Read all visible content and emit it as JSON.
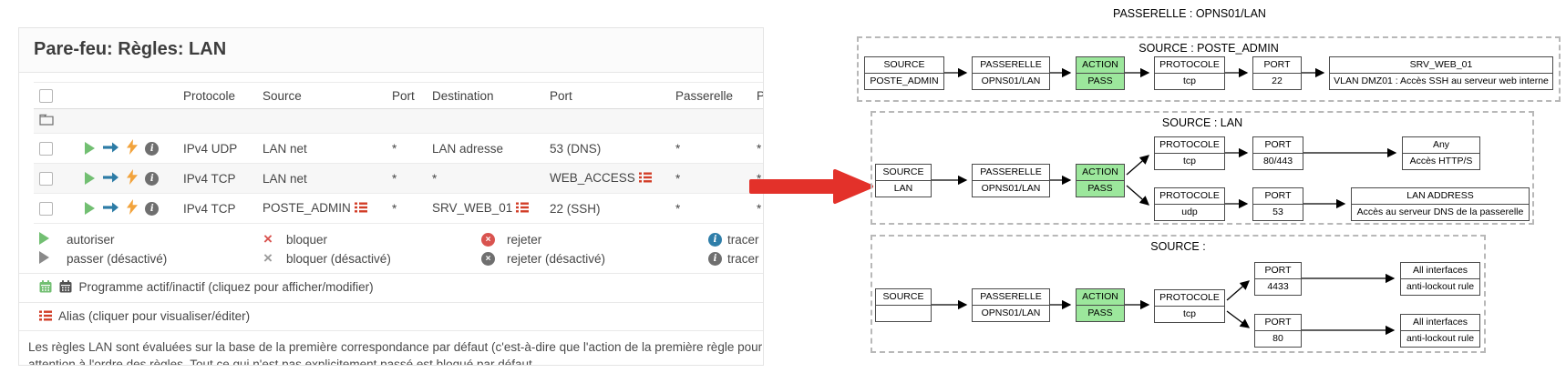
{
  "panel": {
    "title": "Pare-feu: Règles: LAN",
    "table": {
      "headers": {
        "protocol": "Protocole",
        "source": "Source",
        "port": "Port",
        "destination": "Destination",
        "dest_port": "Port",
        "gateway": "Passerelle",
        "schedule": "Plan"
      },
      "rows": [
        {
          "protocol": "IPv4 UDP",
          "source": "LAN net",
          "port": "*",
          "destination": "LAN adresse",
          "dest_port": "53 (DNS)",
          "gateway": "*",
          "schedule": "*"
        },
        {
          "protocol": "IPv4 TCP",
          "source": "LAN net",
          "port": "*",
          "destination": "*",
          "dest_port": "WEB_ACCESS",
          "gateway": "*",
          "schedule": "*"
        },
        {
          "protocol": "IPv4 TCP",
          "source": "POSTE_ADMIN",
          "port": "*",
          "destination": "SRV_WEB_01",
          "dest_port": "22 (SSH)",
          "gateway": "*",
          "schedule": "*"
        }
      ]
    },
    "legend": {
      "items": [
        {
          "label": "autoriser"
        },
        {
          "label": "passer (désactivé)"
        },
        {
          "label": "bloquer"
        },
        {
          "label": "bloquer (désactivé)"
        },
        {
          "label": "rejeter"
        },
        {
          "label": "rejeter (désactivé)"
        },
        {
          "label": "tracer"
        },
        {
          "label": "tracer (désactivé)"
        }
      ]
    },
    "schedule_note": "Programme actif/inactif (cliquez pour afficher/modifier)",
    "alias_note": "Alias (cliquer pour visualiser/éditer)",
    "description": {
      "line1": "Les règles LAN sont évaluées sur la base de la première correspondance par défaut (c'est-à-dire que l'action de la première règle pour correspon",
      "line2": "attention à l'ordre des règles. Tout ce qui n'est pas explicitement passé est bloqué par défaut."
    }
  },
  "diagram": {
    "title": "PASSERELLE : OPNS01/LAN",
    "groups": [
      {
        "title": "SOURCE : POSTE_ADMIN",
        "nodes": [
          {
            "label": "SOURCE",
            "value": "POSTE_ADMIN"
          },
          {
            "label": "PASSERELLE",
            "value": "OPNS01/LAN"
          },
          {
            "label": "ACTION",
            "value": "PASS"
          },
          {
            "label": "PROTOCOLE",
            "value": "tcp"
          },
          {
            "label": "PORT",
            "value": "22"
          },
          {
            "label": "SRV_WEB_01",
            "value": "VLAN DMZ01 : Accès SSH au serveur web interne"
          }
        ]
      },
      {
        "title": "SOURCE : LAN",
        "nodes": [
          {
            "label": "SOURCE",
            "value": "LAN"
          },
          {
            "label": "PASSERELLE",
            "value": "OPNS01/LAN"
          },
          {
            "label": "ACTION",
            "value": "PASS"
          },
          {
            "label": "PROTOCOLE",
            "value": "tcp"
          },
          {
            "label": "PORT",
            "value": "80/443"
          },
          {
            "label": "Any",
            "value": "Accès HTTP/S"
          },
          {
            "label": "PROTOCOLE",
            "value": "udp"
          },
          {
            "label": "PORT",
            "value": "53"
          },
          {
            "label": "LAN ADDRESS",
            "value": "Accès au serveur DNS de la passerelle"
          }
        ]
      },
      {
        "title": "SOURCE :",
        "nodes": [
          {
            "label": "SOURCE",
            "value": ""
          },
          {
            "label": "PASSERELLE",
            "value": "OPNS01/LAN"
          },
          {
            "label": "ACTION",
            "value": "PASS"
          },
          {
            "label": "PROTOCOLE",
            "value": "tcp"
          },
          {
            "label": "PORT",
            "value": "4433"
          },
          {
            "label": "All interfaces",
            "value": "anti-lockout rule"
          },
          {
            "label": "PORT",
            "value": "80"
          },
          {
            "label": "All interfaces",
            "value": "anti-lockout rule"
          }
        ]
      }
    ]
  },
  "icons": {
    "pass": "play-triangle",
    "direction_in": "arrow-right",
    "quick": "lightning-bolt",
    "log": "info-circle",
    "block": "x-mark",
    "reject": "x-circle",
    "schedule": "calendar",
    "alias": "list-bars",
    "folder": "folder-outline",
    "flow": "big-red-arrow"
  },
  "colors": {
    "pass_green_box": "#9ce79c",
    "allow_green": "#72bf72",
    "direction_blue": "#2d7ca6",
    "quick_orange": "#f2a33c",
    "alias_red": "#d23d27",
    "block_red": "#d9534f",
    "log_blue": "#2f7ea9",
    "red_arrow": "#e3312a"
  }
}
